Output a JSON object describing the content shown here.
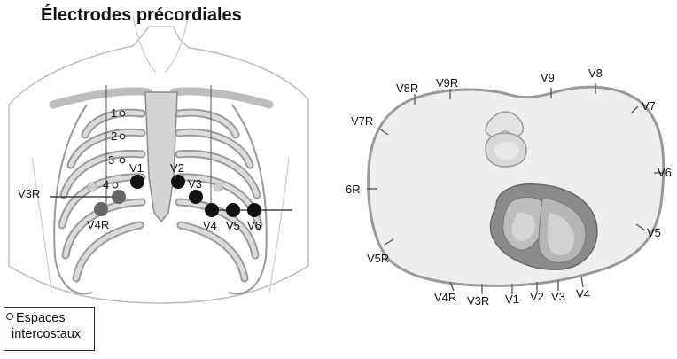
{
  "title": "Électrodes précordiales",
  "chest": {
    "intercostal_spaces": [
      "1",
      "2",
      "3",
      "4"
    ],
    "electrodes": [
      "V1",
      "V2",
      "V3",
      "V4",
      "V5",
      "V6",
      "V3R",
      "V4R"
    ]
  },
  "cross_section": {
    "leads": [
      "V8R",
      "V9R",
      "V9",
      "V8",
      "V7R",
      "V7",
      "6R",
      "V6",
      "V5",
      "V5R",
      "V4R",
      "V3R",
      "V1",
      "V2",
      "V3",
      "V4"
    ]
  },
  "legend": {
    "line1": "Espaces",
    "line2": "intercostaux"
  },
  "colors": {
    "electrode_left": "#111111",
    "electrode_right": "#666666",
    "thorax_fill": "#eeeeee",
    "outline": "#999999"
  }
}
